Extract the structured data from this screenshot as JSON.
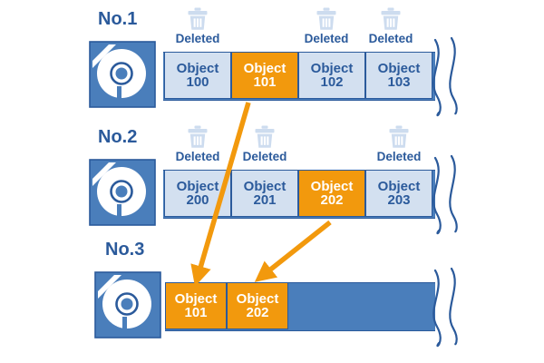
{
  "diagram": {
    "title": "Tape generations object retention diagram",
    "colors": {
      "deep_blue": "#2b5a9b",
      "tape_blue": "#4a7ebb",
      "pale_blue": "#d3e0f0",
      "trash_blue": "#cddcef",
      "orange": "#f2990d",
      "white": "#ffffff"
    },
    "rows": [
      {
        "label": "No.1",
        "cartridge_icon": "tape-cartridge-icon",
        "objects": [
          {
            "name": "Object",
            "id": "100",
            "state": "deleted",
            "style": "pale"
          },
          {
            "name": "Object",
            "id": "101",
            "state": "active",
            "style": "orange"
          },
          {
            "name": "Object",
            "id": "102",
            "state": "deleted",
            "style": "pale"
          },
          {
            "name": "Object",
            "id": "103",
            "state": "deleted",
            "style": "pale"
          }
        ],
        "deleted_labels": [
          "Deleted",
          "Deleted",
          "Deleted"
        ]
      },
      {
        "label": "No.2",
        "cartridge_icon": "tape-cartridge-icon",
        "objects": [
          {
            "name": "Object",
            "id": "200",
            "state": "deleted",
            "style": "pale"
          },
          {
            "name": "Object",
            "id": "201",
            "state": "deleted",
            "style": "pale"
          },
          {
            "name": "Object",
            "id": "202",
            "state": "active",
            "style": "orange"
          },
          {
            "name": "Object",
            "id": "203",
            "state": "deleted",
            "style": "pale"
          }
        ],
        "deleted_labels": [
          "Deleted",
          "Deleted",
          "Deleted"
        ]
      },
      {
        "label": "No.3",
        "cartridge_icon": "tape-cartridge-icon",
        "objects": [
          {
            "name": "Object",
            "id": "101",
            "state": "active",
            "style": "orange"
          },
          {
            "name": "Object",
            "id": "202",
            "state": "active",
            "style": "orange"
          }
        ],
        "deleted_labels": []
      }
    ],
    "arrows": [
      {
        "from": "object-101-row1",
        "to": "object-101-row3",
        "color": "#f2990d"
      },
      {
        "from": "object-202-row2",
        "to": "object-202-row3",
        "color": "#f2990d"
      }
    ],
    "deleted_label_text": "Deleted",
    "trash_icon_name": "trash-icon",
    "break_symbol_name": "tape-break-squiggle"
  }
}
